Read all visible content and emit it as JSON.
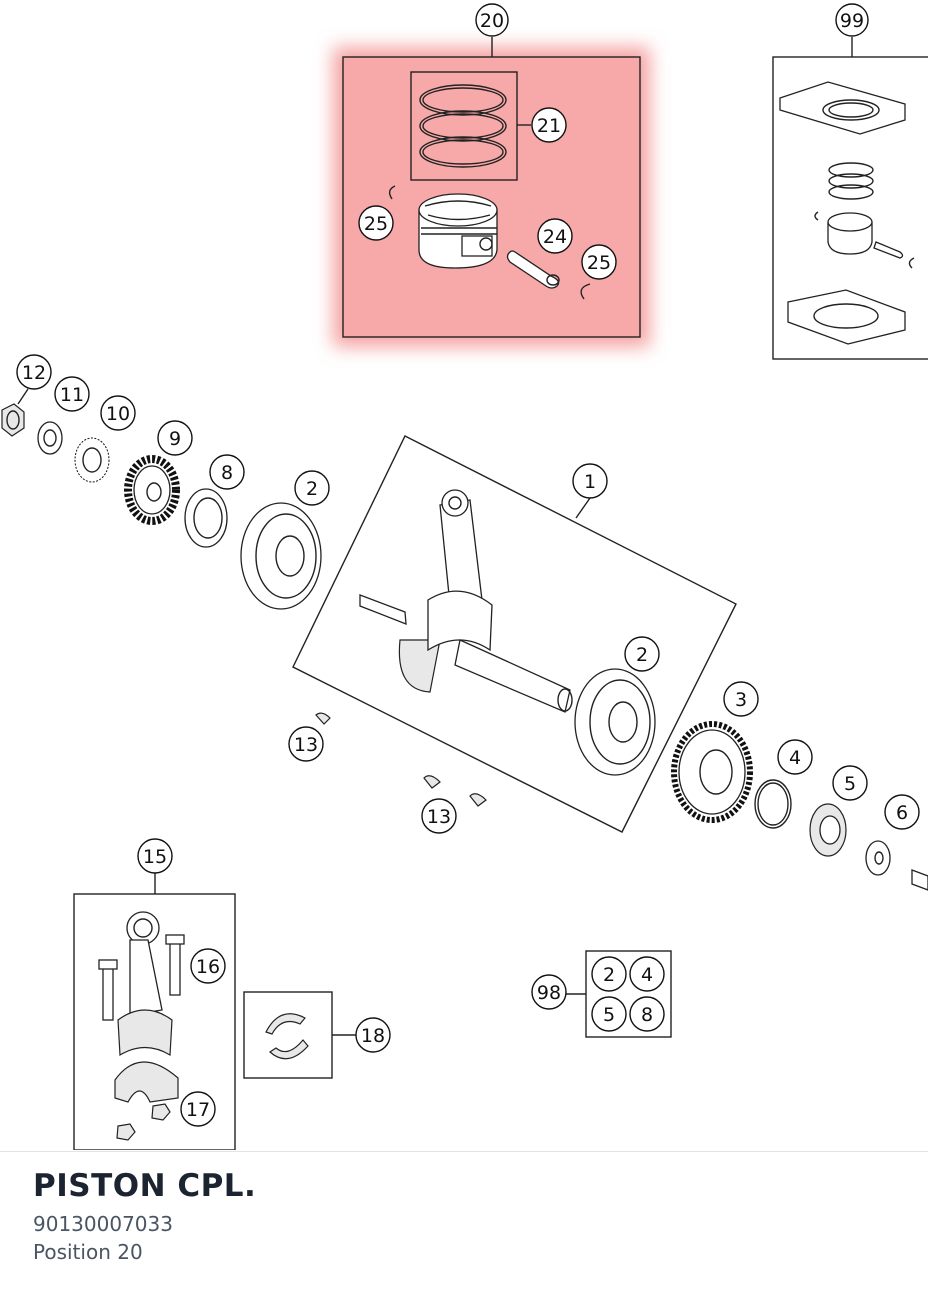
{
  "highlight_color": "#f5a3a3",
  "diagram": {
    "callouts": [
      {
        "id": "c20",
        "label": "20"
      },
      {
        "id": "c99",
        "label": "99"
      },
      {
        "id": "c21",
        "label": "21"
      },
      {
        "id": "c25a",
        "label": "25"
      },
      {
        "id": "c24",
        "label": "24"
      },
      {
        "id": "c25b",
        "label": "25"
      },
      {
        "id": "c12",
        "label": "12"
      },
      {
        "id": "c11",
        "label": "11"
      },
      {
        "id": "c10",
        "label": "10"
      },
      {
        "id": "c9",
        "label": "9"
      },
      {
        "id": "c8",
        "label": "8"
      },
      {
        "id": "c2a",
        "label": "2"
      },
      {
        "id": "c1",
        "label": "1"
      },
      {
        "id": "c2b",
        "label": "2"
      },
      {
        "id": "c3",
        "label": "3"
      },
      {
        "id": "c4",
        "label": "4"
      },
      {
        "id": "c5",
        "label": "5"
      },
      {
        "id": "c6",
        "label": "6"
      },
      {
        "id": "c13a",
        "label": "13"
      },
      {
        "id": "c13b",
        "label": "13"
      },
      {
        "id": "c15",
        "label": "15"
      },
      {
        "id": "c16",
        "label": "16"
      },
      {
        "id": "c17",
        "label": "17"
      },
      {
        "id": "c18",
        "label": "18"
      },
      {
        "id": "c98",
        "label": "98"
      },
      {
        "id": "k2",
        "label": "2"
      },
      {
        "id": "k4",
        "label": "4"
      },
      {
        "id": "k5",
        "label": "5"
      },
      {
        "id": "k8",
        "label": "8"
      }
    ]
  },
  "part": {
    "title": "PISTON CPL.",
    "number": "90130007033",
    "position": "Position 20"
  }
}
